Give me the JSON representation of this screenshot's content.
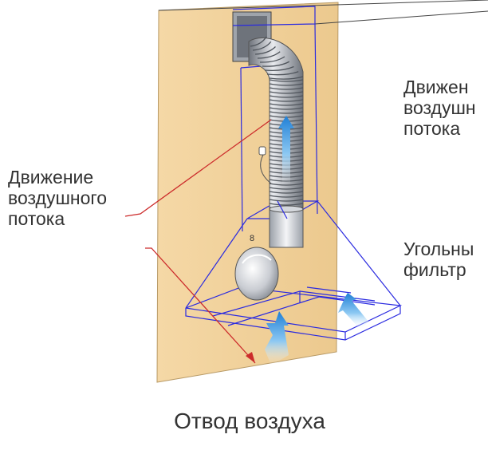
{
  "labels": {
    "airflow_left": [
      "Движение",
      "воздушного",
      "потока"
    ],
    "airflow_right": [
      "Движен",
      "воздушн",
      "потока"
    ],
    "carbon_filter": [
      "Угольны",
      "фильтр"
    ],
    "bottom_caption": "Отвод воздуха",
    "fan_mark": "8"
  },
  "colors": {
    "wall": "#f2d39e",
    "wall_edge": "#b89a66",
    "outline": "#2a2ae0",
    "red_line": "#cc2b2b",
    "arrow_blue": "#2b8fe0",
    "duct": "#8a8f98",
    "text": "#333333"
  }
}
